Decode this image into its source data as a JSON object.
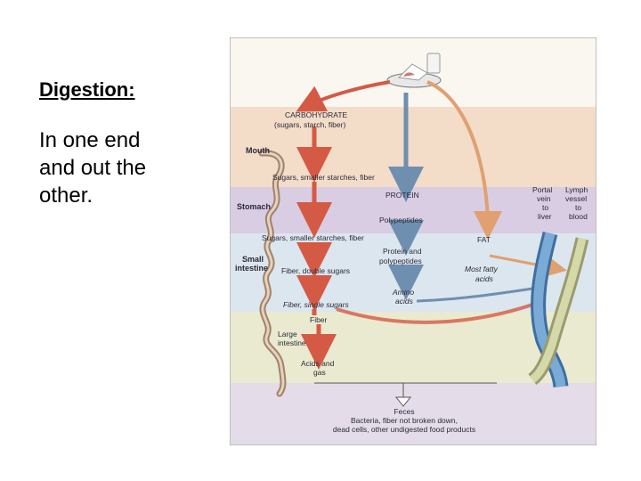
{
  "slide": {
    "title": "Digestion:",
    "body_lines": [
      "In one end",
      "and out the",
      "other."
    ]
  },
  "diagram": {
    "bands": {
      "mouth": "Mouth",
      "stomach": "Stomach",
      "small_intestine_1": "Small",
      "small_intestine_2": "intestine",
      "large_intestine_1": "Large",
      "large_intestine_2": "intestine"
    },
    "nutrients": {
      "carbohydrate": "CARBOHYDRATE",
      "carbohydrate_detail": "(sugars, starch, fiber)",
      "protein": "PROTEIN",
      "fat": "FAT"
    },
    "flow": {
      "mouth_output": "Sugars, smaller starches, fiber",
      "polypeptides": "Polypeptides",
      "stomach_output": "Sugars, smaller starches, fiber",
      "protein_poly_1": "Protein and",
      "protein_poly_2": "polypeptides",
      "fiber_double": "Fiber, double sugars",
      "fatty_1": "Most fatty",
      "fatty_2": "acids",
      "amino_1": "Amino",
      "amino_2": "acids",
      "fiber_single": "Fiber, single sugars",
      "fiber": "Fiber",
      "acids_gas_1": "Acids and",
      "acids_gas_2": "gas"
    },
    "vessels": {
      "portal_1": "Portal",
      "portal_2": "vein",
      "portal_3": "to",
      "portal_4": "liver",
      "lymph_1": "Lymph",
      "lymph_2": "vessel",
      "lymph_3": "to",
      "lymph_4": "blood"
    },
    "feces": {
      "title": "Feces",
      "line_1": "Bacteria, fiber not broken down,",
      "line_2": "dead cells, other undigested food products"
    },
    "colors": {
      "band_mouth": "#f3dcc8",
      "band_stomach": "#d9cde3",
      "band_small": "#dce6ee",
      "band_large": "#e9ead0",
      "band_feces": "#e4dce8",
      "carb_arrow": "#d45a45",
      "protein_arrow": "#6f8fb0",
      "fat_arrow": "#e0a070",
      "portal_vein": "#5a8fc0",
      "lymph_vessel": "#c8cc9a"
    }
  }
}
